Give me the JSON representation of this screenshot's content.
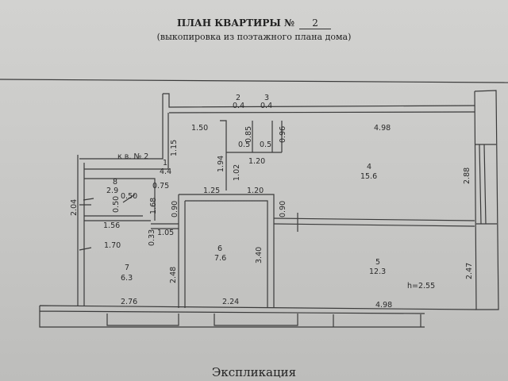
{
  "header": {
    "title": "ПЛАН КВАРТИРЫ №",
    "number": "2",
    "subtitle": "(выкопировка из поэтажного плана дома)"
  },
  "apartment_label": "к в. № 2",
  "ceiling_height": "h=2.55",
  "rooms": [
    {
      "num": "1",
      "area": "4.4"
    },
    {
      "num": "2",
      "area": "0.4"
    },
    {
      "num": "3",
      "area": "0.4"
    },
    {
      "num": "4",
      "area": "15.6"
    },
    {
      "num": "5",
      "area": "12.3"
    },
    {
      "num": "6",
      "area": "7.6"
    },
    {
      "num": "7",
      "area": "6.3"
    },
    {
      "num": "8",
      "area": "2.9"
    }
  ],
  "dims": [
    "1.50",
    "4.98",
    "0.85",
    "0.96",
    "0.5",
    "0.5",
    "1.15",
    "1.94",
    "1.02",
    "1.20",
    "2.88",
    "0.75",
    "1.25",
    "1.20",
    "2.04",
    "0.50",
    "0.50",
    "1.68",
    "0.90",
    "0.90",
    "1.56",
    "1.05",
    "0.33",
    "1.70",
    "2.48",
    "3.40",
    "2.47",
    "2.76",
    "2.24",
    "4.98"
  ],
  "footer": "Экспликация"
}
